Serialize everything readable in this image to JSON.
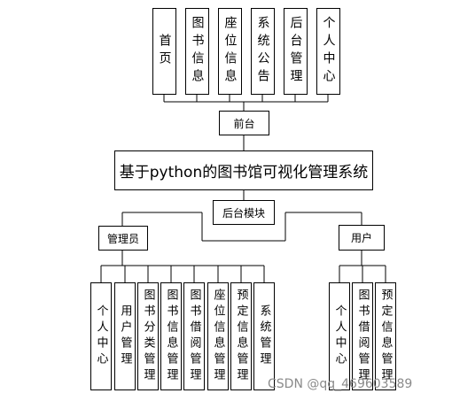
{
  "top_modules": [
    "首页",
    "图书信息",
    "座位信息",
    "系统公告",
    "后台管理",
    "个人中心"
  ],
  "frontend": "前台",
  "system_title": "基于python的图书馆可视化管理系统",
  "backend": "后台模块",
  "admin": "管理员",
  "user": "用户",
  "admin_modules": [
    "个人中心",
    "用户管理",
    "图书分类管理",
    "图书信息管理",
    "图书借阅管理",
    "座位信息管理",
    "预定信息管理",
    "系统管理"
  ],
  "user_modules": [
    "个人中心",
    "图书借阅管理",
    "预定信息管理"
  ],
  "watermark": "CSDN @qq_469603589"
}
